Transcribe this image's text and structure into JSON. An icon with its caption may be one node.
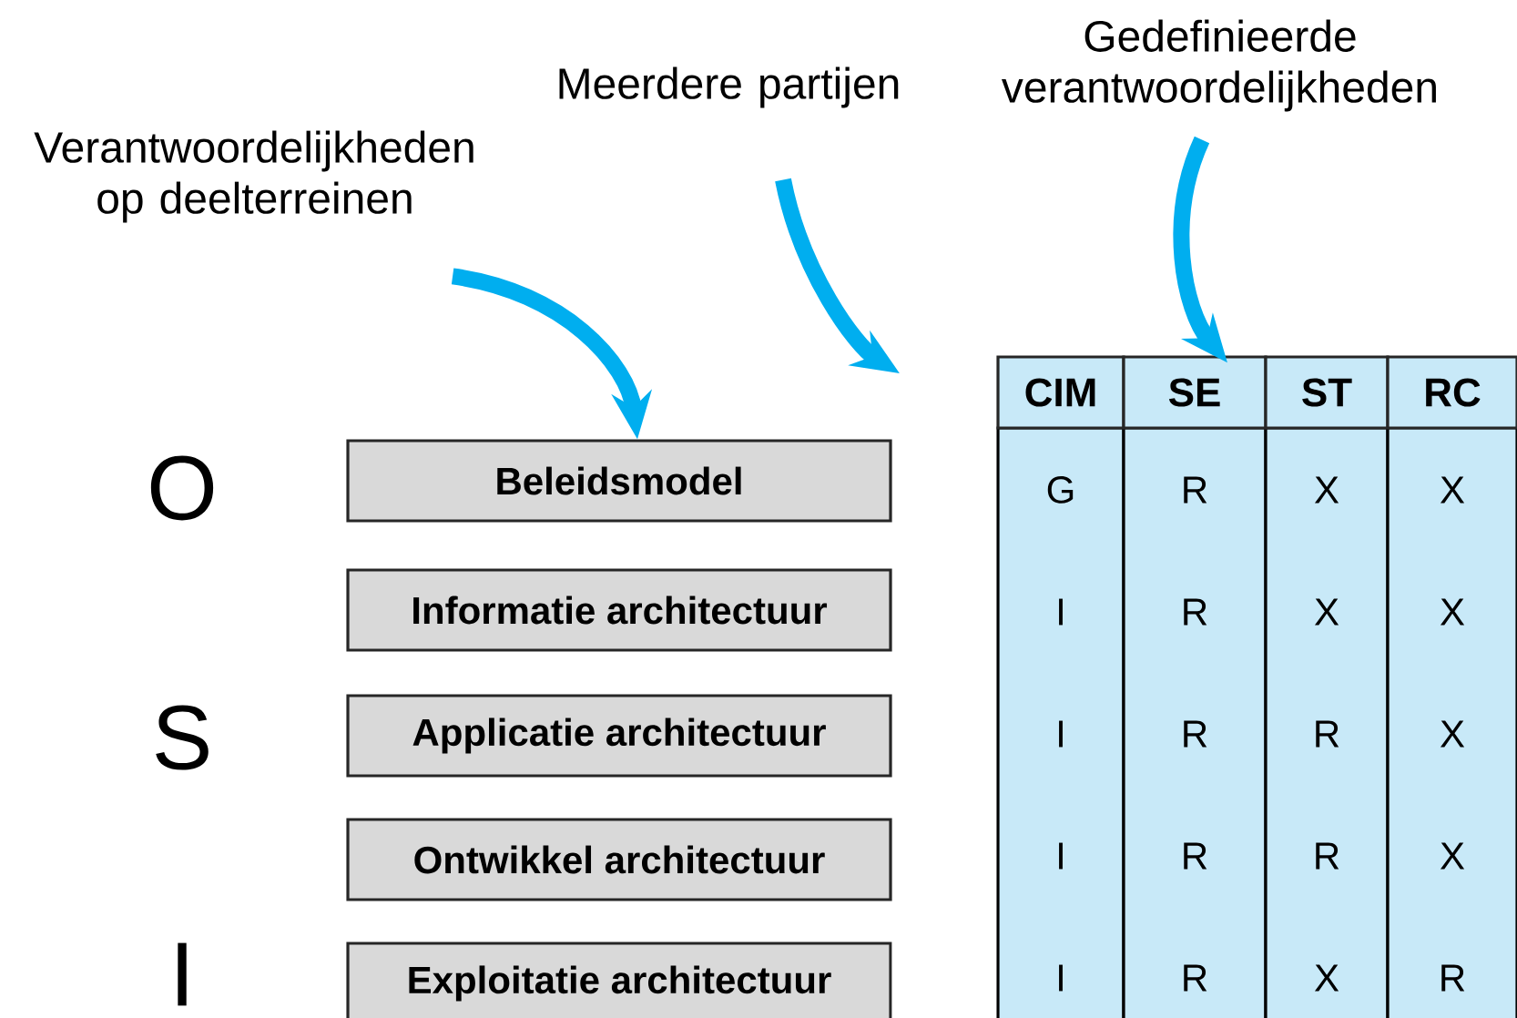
{
  "diagram": {
    "nodes": [
      {
        "text": [
          "Verantwoordelijkheden op deelterreinen"
        ]
      },
      {
        "text": [
          "Meerdere partijen"
        ]
      },
      {
        "text": [
          "Gedefinieerde verantwoordelijkheden"
        ]
      },
      {
        "text": [
          "Beleidsmodel"
        ]
      },
      {
        "text": [
          "Informatie architectuur"
        ]
      },
      {
        "text": [
          "Applicatie architectuur"
        ]
      },
      {
        "text": [
          "Ontwikkel architectuur"
        ]
      },
      {
        "text": [
          "Exploitatie architectuur"
        ]
      },
      {
        "text": [
          "CIM"
        ]
      },
      {
        "text": [
          "SE"
        ]
      },
      {
        "text": [
          "ST"
        ]
      },
      {
        "text": [
          "RC"
        ]
      }
    ],
    "edges": [
      {
        "from": 0,
        "to": 3,
        "arrow": "to"
      },
      {
        "from": 1,
        "to": null,
        "arrow": "to"
      },
      {
        "from": 2,
        "to": 9,
        "arrow": "to"
      }
    ],
    "labels": [
      "O",
      "S",
      "I",
      "G",
      "R",
      "X",
      "X",
      "I",
      "R",
      "X",
      "X",
      "I",
      "R",
      "R",
      "X",
      "I",
      "R",
      "R",
      "X",
      "I",
      "R",
      "X",
      "R"
    ]
  }
}
